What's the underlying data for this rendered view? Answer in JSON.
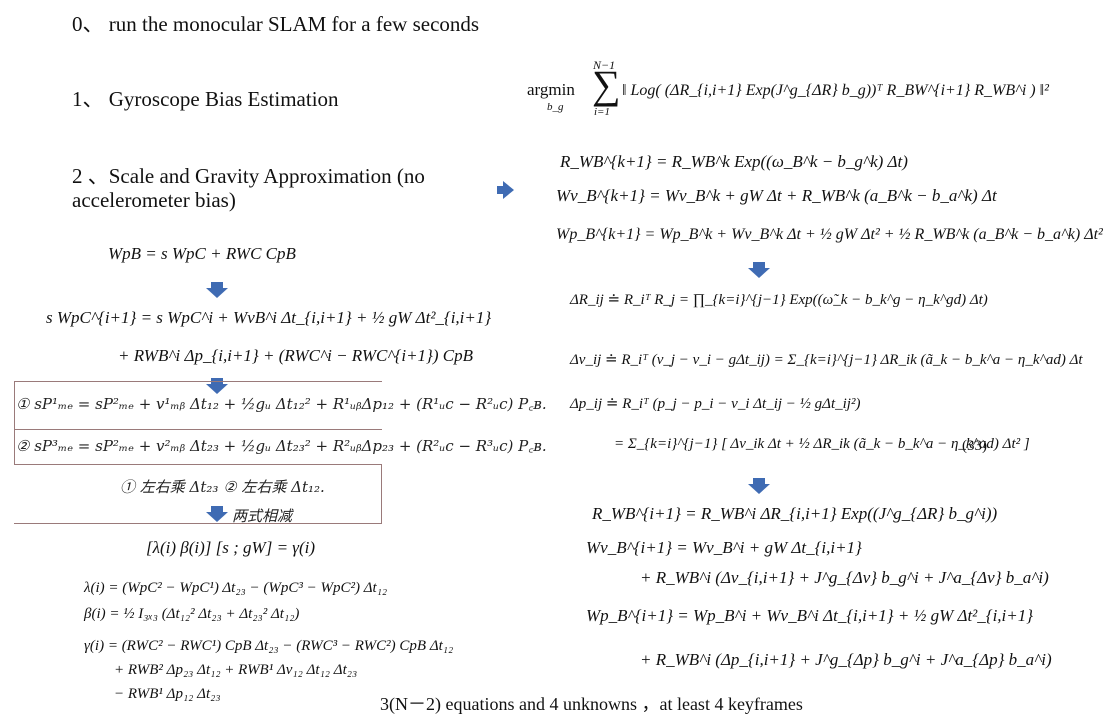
{
  "steps": {
    "step0": "0、 run the monocular SLAM for a few seconds",
    "step1": "1、 Gyroscope Bias Estimation",
    "step2": "2 、Scale and Gravity Approximation (no accelerometer bias)"
  },
  "left_equations": {
    "relation": "WpB = s WpC + RWC CpB",
    "position_expanded_1": "s WpC^{i+1} = s WpC^i + WvB^i Δt_{i,i+1} + ½ gW Δt²_{i,i+1}",
    "position_expanded_2": "+ RWB^i Δp_{i,i+1} + (RWC^i − RWC^{i+1}) CpB",
    "handwritten_1": "① sP¹ₘₑ = sP²ₘₑ + v¹ₘᵦ Δt₁₂ + ½gᵤ Δt₁₂² + R¹ᵤᵦΔp₁₂ + (R¹ᵤc − R²ᵤc) P꜀ʙ.",
    "handwritten_2": "② sP³ₘₑ = sP²ₘₑ + v²ₘᵦ Δt₂₃ + ½gᵤ Δt₂₃² + R²ᵤᵦΔp₂₃ + (R²ᵤc − R³ᵤc) P꜀ʙ.",
    "handwritten_3": "① 左右乘 Δt₂₃    ② 左右乘 Δt₁₂.",
    "handwritten_4": "两式相减",
    "matrix_system": "[λ(i)  β(i)] [s ; gW] = γ(i)",
    "lambda_def": "λ(i) = (WpC² − WpC¹) Δt₂₃ − (WpC³ − WpC²) Δt₁₂",
    "beta_def": "β(i) = ½ I₃ₓ₃ (Δt₁₂² Δt₂₃ + Δt₂₃² Δt₁₂)",
    "gamma_def_1": "γ(i) = (RWC² − RWC¹) CpB Δt₂₃ − (RWC³ − RWC²) CpB Δt₁₂",
    "gamma_def_2": "+ RWB² Δp₂₃ Δt₁₂ + RWB¹ Δv₁₂ Δt₁₂ Δt₂₃",
    "gamma_def_3": "− RWB¹ Δp₁₂ Δt₂₃"
  },
  "right_equations": {
    "argmin_op": "argmin",
    "argmin_sub": "b_g",
    "sum_top": "N−1",
    "sum_bottom": "i=1",
    "argmin_body": "‖ Log( (ΔR_{i,i+1} Exp(J^g_{ΔR} b_g))ᵀ R_BW^{i+1} R_WB^i ) ‖²",
    "rot_update": "R_WB^{k+1} = R_WB^k Exp((ω_B^k − b_g^k) Δt)",
    "vel_update": "Wv_B^{k+1} = Wv_B^k + gW Δt + R_WB^k (a_B^k − b_a^k) Δt",
    "pos_update": "Wp_B^{k+1} = Wp_B^k + Wv_B^k Δt + ½ gW Δt² + ½ R_WB^k (a_B^k − b_a^k) Δt²",
    "delta_R": "ΔR_ij ≐ R_iᵀ R_j = ∏_{k=i}^{j−1} Exp((ω̃_k − b_k^g − η_k^gd) Δt)",
    "delta_v": "Δv_ij ≐ R_iᵀ (v_j − v_i − gΔt_ij) = Σ_{k=i}^{j−1} ΔR_ik (ã_k − b_k^a − η_k^ad) Δt",
    "delta_p_1": "Δp_ij ≐ R_iᵀ (p_j − p_i − v_i Δt_ij − ½ gΔt_ij²)",
    "delta_p_2": "= Σ_{k=i}^{j−1} [ Δv_ik Δt + ½ ΔR_ik (ã_k − b_k^a − η_k^ad) Δt² ]",
    "eq_number": "(33)",
    "bias_rot": "R_WB^{i+1} = R_WB^i ΔR_{i,i+1} Exp((J^g_{ΔR} b_g^i))",
    "bias_vel_1": "Wv_B^{i+1} = Wv_B^i + gW Δt_{i,i+1}",
    "bias_vel_2": "+ R_WB^i (Δv_{i,i+1} + J^g_{Δv} b_g^i + J^a_{Δv} b_a^i)",
    "bias_pos_1": "Wp_B^{i+1} = Wp_B^i + Wv_B^i Δt_{i,i+1} + ½ gW Δt²_{i,i+1}",
    "bias_pos_2": "+ R_WB^i (Δp_{i,i+1} + J^g_{Δp} b_g^i + J^a_{Δp} b_a^i)"
  },
  "footer": "3(N－2) equations and 4 unknowns ，at least 4 keyframes",
  "colors": {
    "arrow": "#3f6bb3",
    "text": "#111111"
  },
  "icons": [
    "arrow-down-icon",
    "arrow-right-icon"
  ]
}
